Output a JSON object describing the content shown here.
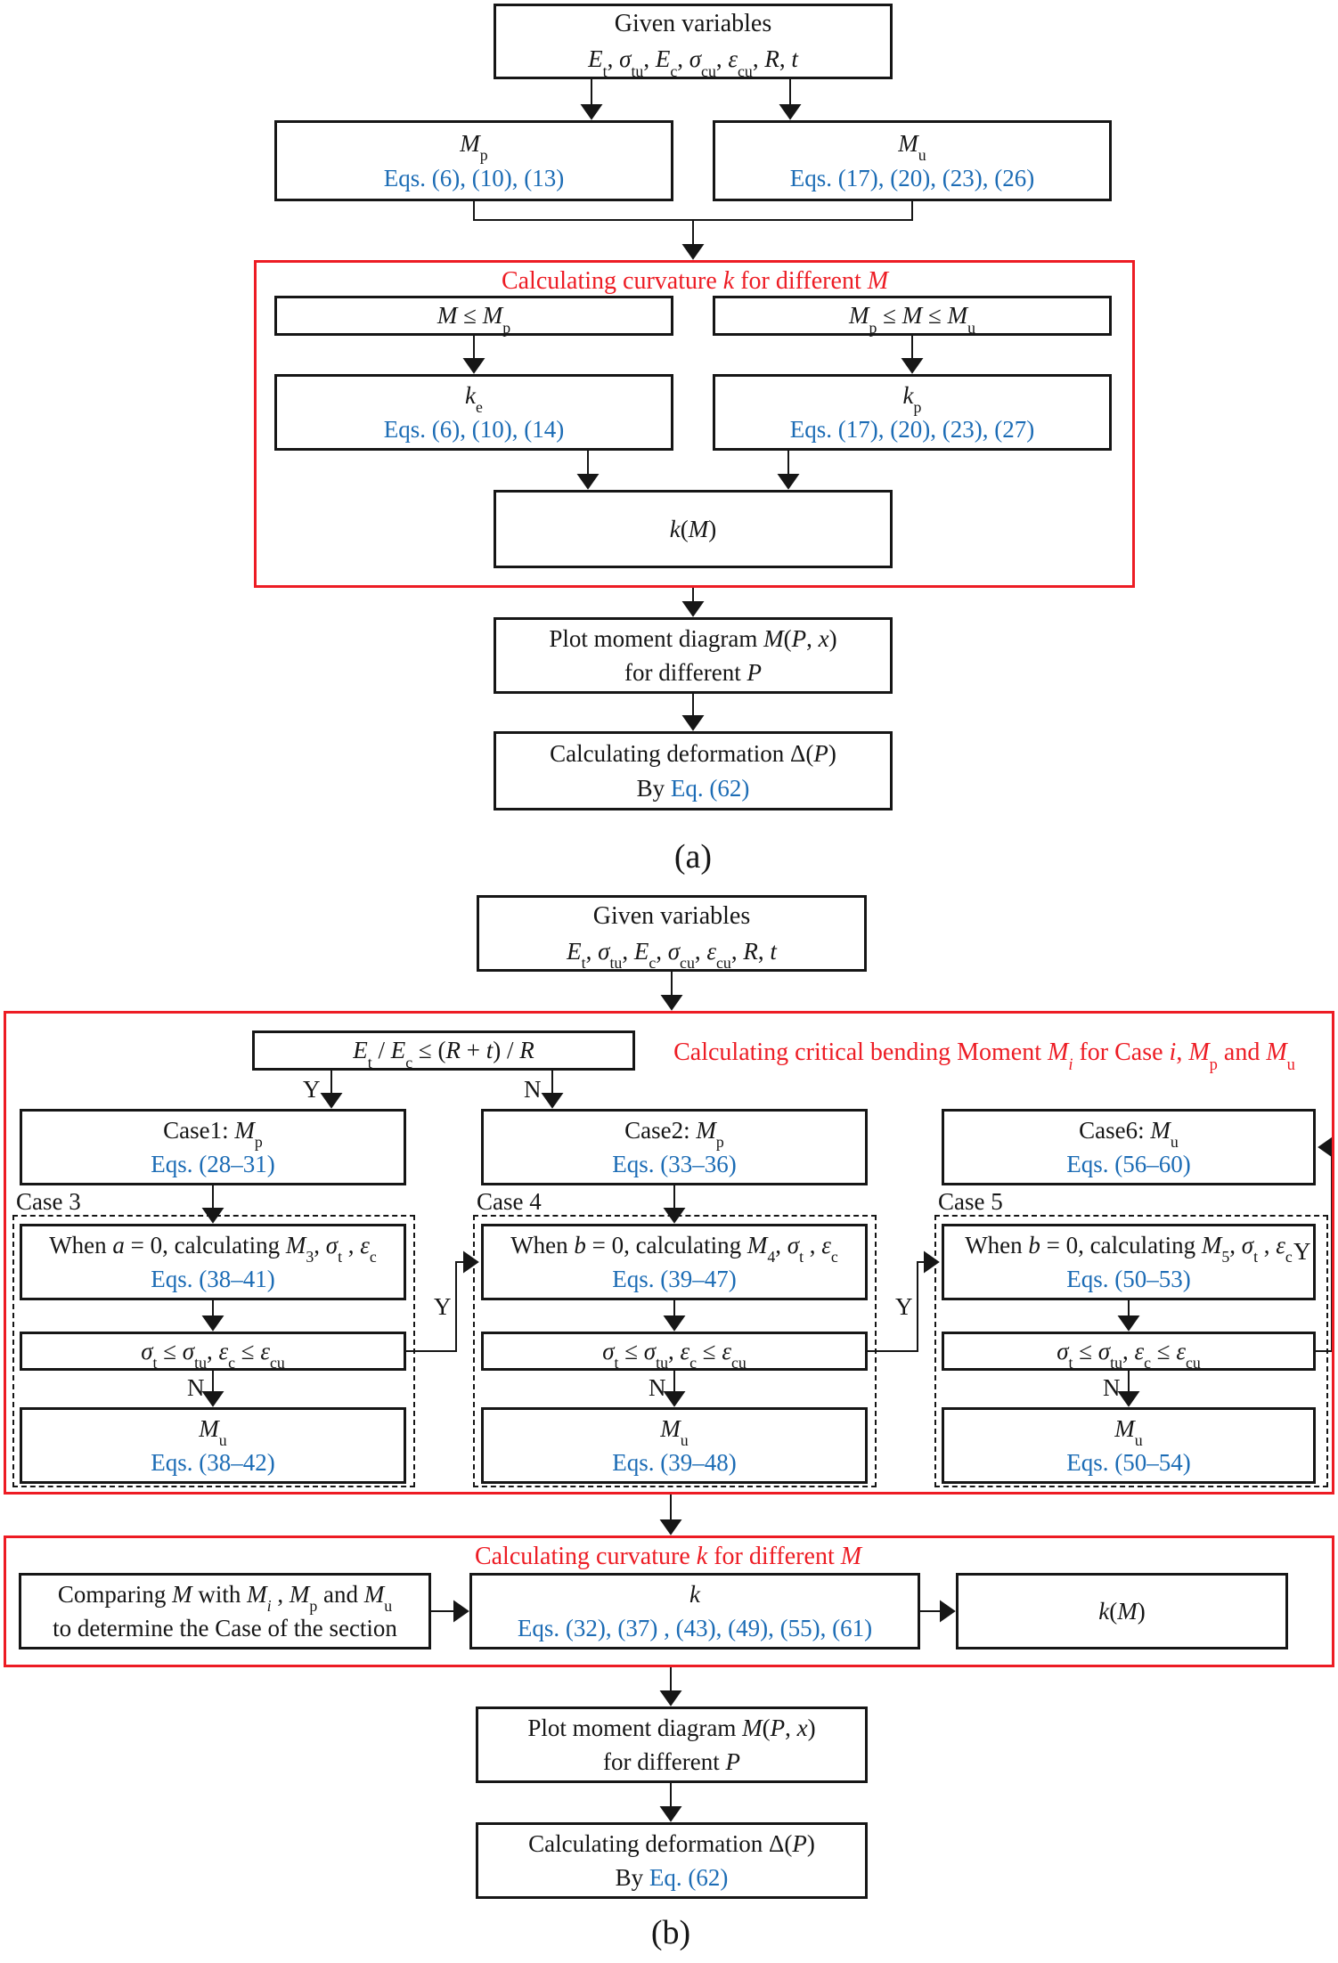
{
  "colors": {
    "accent_red": "#ed1c24",
    "eq_blue": "#1c6cb5",
    "line_black": "#161616"
  },
  "figure": {
    "part_a_label": "(a)",
    "part_b_label": "(b)",
    "branch_yes": "Y",
    "branch_no": "N"
  },
  "part_a": {
    "given": {
      "l1": "Given variables",
      "l2": "*E*_t_, *σ*_tu_, *E*_c_, *σ*_cu_, *ε*_cu_, *R*, *t*"
    },
    "mp": {
      "l1": "*M*_p_",
      "eqs": "Eqs. (6), (10), (13)"
    },
    "mu": {
      "l1": "*M*_u_",
      "eqs": "Eqs. (17), (20), (23), (26)"
    },
    "red_title": "Calculating  curvature *k* for different *M*",
    "cond_elastic": "*M* ≤ *M*_p_",
    "cond_plastic": "*M*_p_ ≤ *M* ≤ *M*_u_",
    "ke": {
      "l1": "*k*_e_",
      "eqs": "Eqs. (6), (10), (14)"
    },
    "kp": {
      "l1": "*k*_p_",
      "eqs": "Eqs.  (17), (20), (23), (27)"
    },
    "km": "*k*(*M*)",
    "plot": {
      "l1": "Plot moment diagram  *M*(*P*, *x*)",
      "l2": "for different  *P*"
    },
    "deform": {
      "l1": "Calculating deformation Δ(*P*)",
      "by": "By ",
      "eq": "Eq. (62)"
    }
  },
  "part_b": {
    "given": {
      "l1": "Given variables",
      "l2": "*E*_t_, *σ*_tu_, *E*_c_, *σ*_cu_, *ε*_cu_, *R*, *t*"
    },
    "red_title_1": "Calculating  critical bending Moment *M*_*i*_ for Case *i*, *M*_p_ and *M*_u_",
    "cond_ratio": "*E*_t_ / *E*_c_ ≤ (*R* + *t*) / *R*",
    "case1": {
      "l1": "Case1: *M*_p_",
      "eqs": "Eqs. (28–31)"
    },
    "case2": {
      "l1": "Case2: *M*_p_",
      "eqs": "Eqs. (33–36)"
    },
    "case6": {
      "l1": "Case6: *M*_u_",
      "eqs": "Eqs. (56–60)"
    },
    "case3": {
      "label": "Case 3",
      "when": "When  *a* = 0, calculating  *M*_3_, *σ*_t_ , *ε*_c_",
      "when_eqs": "Eqs. (38–41)",
      "cond": "*σ*_t_ ≤ *σ*_tu_, *ε*_c_ ≤ *ε*_cu_",
      "mu": "*M*_u_",
      "mu_eqs": "Eqs. (38–42)"
    },
    "case4": {
      "label": "Case 4",
      "when": "When  *b* = 0, calculating  *M*_4_, *σ*_t_ , *ε*_c_",
      "when_eqs": "Eqs. (39–47)",
      "cond": "*σ*_t_ ≤ *σ*_tu_, *ε*_c_ ≤ *ε*_cu_",
      "mu": "*M*_u_",
      "mu_eqs": "Eqs. (39–48)"
    },
    "case5": {
      "label": "Case 5",
      "when": "When  *b* = 0, calculating  *M*_5_, *σ*_t_ , *ε*_c_",
      "when_eqs": "Eqs. (50–53)",
      "cond": "*σ*_t_ ≤ *σ*_tu_, *ε*_c_ ≤ *ε*_cu_",
      "mu": "*M*_u_",
      "mu_eqs": "Eqs. (50–54)"
    },
    "red_title_2": "Calculating  curvature *k* for different *M*",
    "compare": {
      "l1": "Comparing *M* with *M*_*i*_ , *M*_p_ and *M*_u_",
      "l2": "to determine the Case of the section"
    },
    "k": {
      "l1": "*k*",
      "eqs": "Eqs. (32), (37) , (43), (49), (55), (61)"
    },
    "km": "*k*(*M*)",
    "plot": {
      "l1": "Plot moment diagram  *M*(*P*, *x*)",
      "l2": "for different  *P*"
    },
    "deform": {
      "l1": "Calculating deformation Δ(*P*)",
      "by": "By ",
      "eq": "Eq. (62)"
    }
  }
}
